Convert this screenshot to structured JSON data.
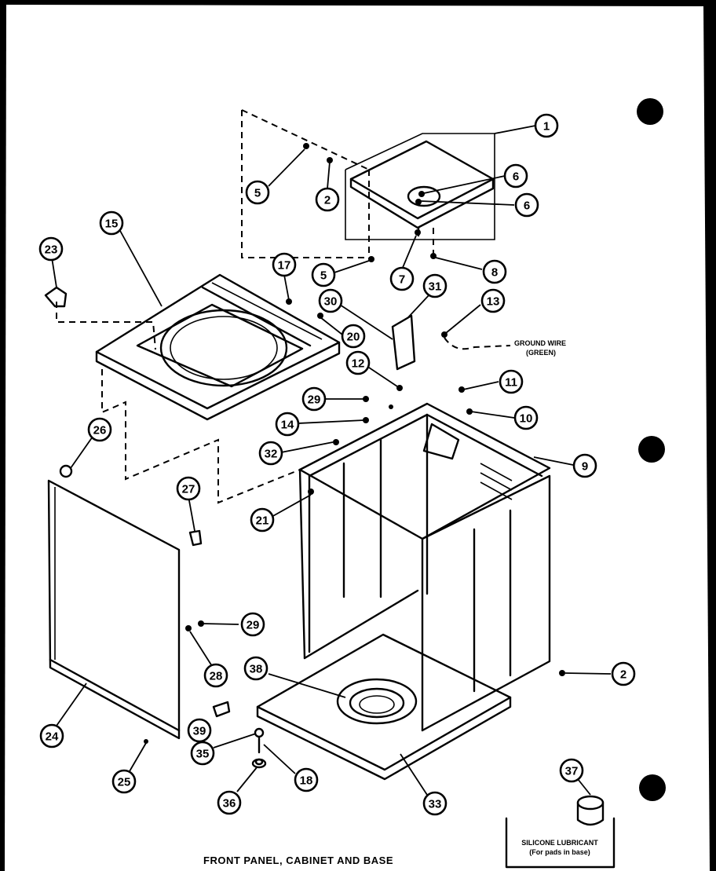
{
  "caption": "FRONT PANEL, CABINET AND BASE",
  "ground_wire_label": [
    "GROUND WIRE",
    "(GREEN)"
  ],
  "lubricant_label": [
    "SILICONE LUBRICANT",
    "(For pads in base)"
  ],
  "callouts": [
    "1",
    "2",
    "5",
    "6",
    "6",
    "5",
    "7",
    "8",
    "31",
    "30",
    "13",
    "12",
    "11",
    "10",
    "9",
    "2",
    "15",
    "23",
    "17",
    "20",
    "29",
    "14",
    "32",
    "21",
    "26",
    "27",
    "29",
    "28",
    "38",
    "39",
    "24",
    "25",
    "35",
    "36",
    "18",
    "33",
    "37"
  ]
}
